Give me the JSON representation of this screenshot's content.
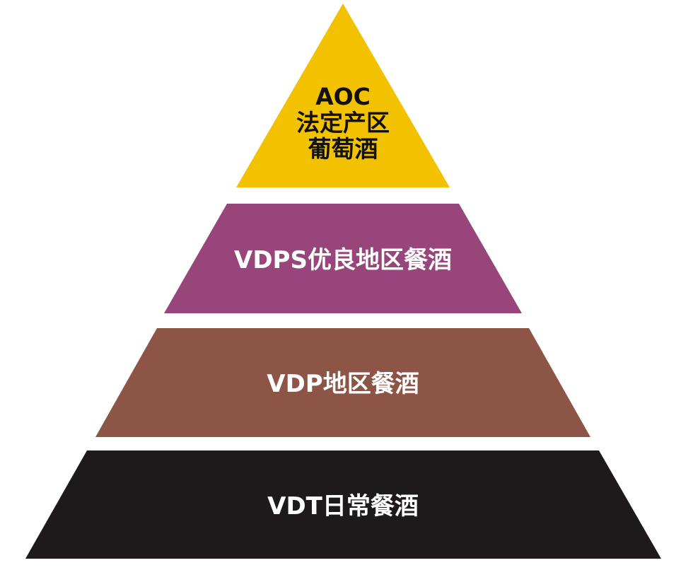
{
  "colors": {
    "aoc": "#f2c200",
    "vdps": "#97457a",
    "vdp": "#8c5546",
    "vdt": "#1e1a1b"
  },
  "tiers": {
    "aoc": {
      "line1": "AOC",
      "line2": "法定产区",
      "line3": "葡萄酒"
    },
    "vdps": {
      "label": "VDPS优良地区餐酒"
    },
    "vdp": {
      "label": "VDP地区餐酒"
    },
    "vdt": {
      "label": "VDT日常餐酒"
    }
  }
}
